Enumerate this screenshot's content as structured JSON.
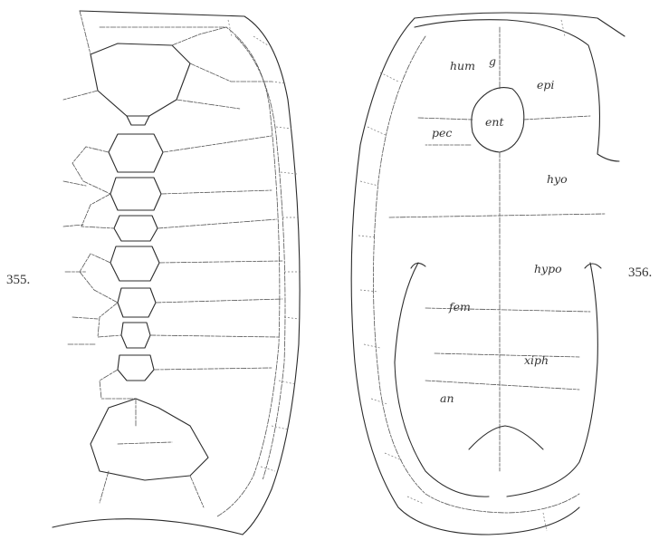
{
  "figures": [
    {
      "number": "355.",
      "view": "carapace"
    },
    {
      "number": "356.",
      "view": "plastron"
    }
  ],
  "plastron_labels": {
    "hum": "hum",
    "g": "g",
    "epi": "epi",
    "ent": "ent",
    "pec": "pec",
    "hyo": "hyo",
    "hypo": "hypo",
    "fem": "fem",
    "xiph": "xiph",
    "an": "an"
  }
}
